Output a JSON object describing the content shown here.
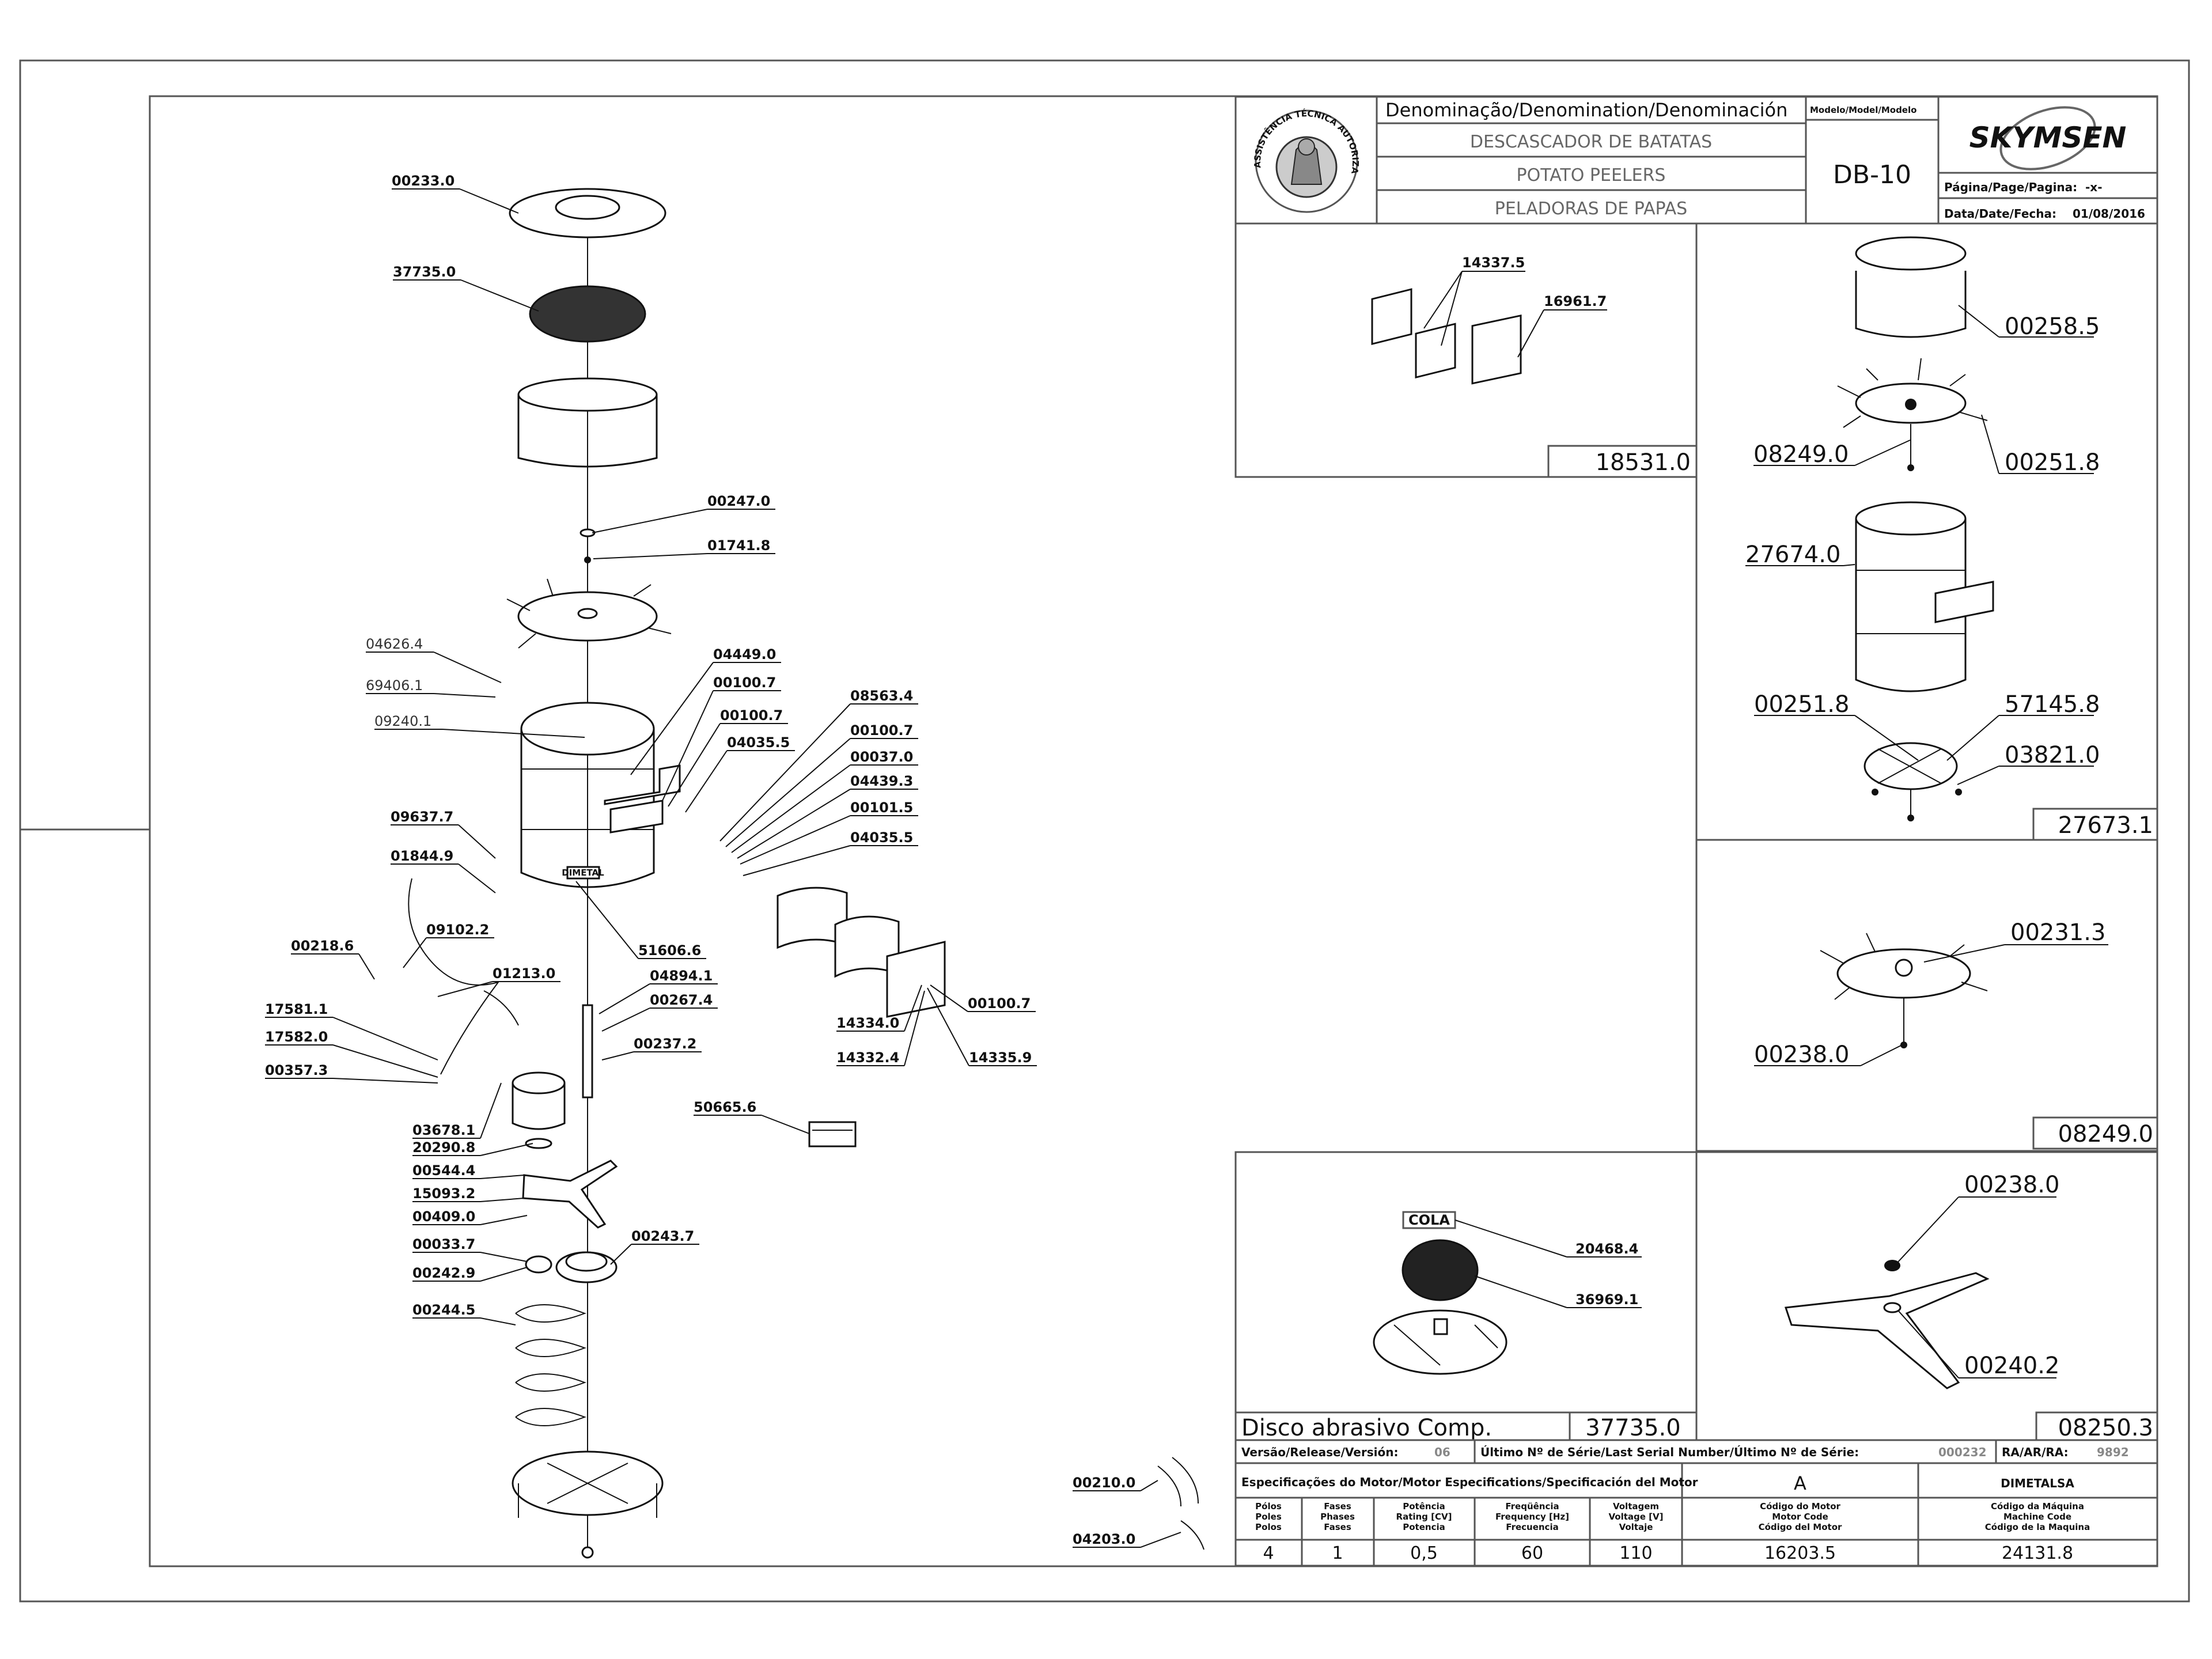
{
  "title_block": {
    "denomination_header": "Denominação/Denomination/Denominación",
    "model_header": "Modelo/Model/Modelo",
    "name_pt": "DESCASCADOR DE BATATAS",
    "name_en": "POTATO PEELERS",
    "name_es": "PELADORAS DE PAPAS",
    "model": "DB-10",
    "brand": "SKYMSEN",
    "page_label": "Página/Page/Pagina:",
    "page_value": "-x-",
    "date_label": "Data/Date/Fecha:",
    "date_value": "01/08/2016",
    "seal_text": "ASSISTÊNCIA TÉCNICA AUTORIZADA"
  },
  "main_parts": [
    "00233.0",
    "37735.0",
    "00247.0",
    "01741.8",
    "04626.4",
    "69406.1",
    "09240.1",
    "04449.0",
    "00100.7",
    "00100.7",
    "04035.5",
    "08563.4",
    "00100.7",
    "00037.0",
    "04439.3",
    "00101.5",
    "04035.5",
    "09637.7",
    "01844.9",
    "09102.2",
    "00218.6",
    "01213.0",
    "51606.6",
    "04894.1",
    "00267.4",
    "00237.2",
    "17581.1",
    "17582.0",
    "00357.3",
    "14334.0",
    "14332.4",
    "14335.9",
    "00100.7",
    "50665.6",
    "03678.1",
    "20290.8",
    "00544.4",
    "15093.2",
    "00409.0",
    "00033.7",
    "00242.9",
    "00243.7",
    "00244.5",
    "00210.0",
    "04203.0"
  ],
  "main_label_text": "DIMETAL",
  "kit_18531": {
    "labels": [
      "14337.5",
      "16961.7"
    ],
    "code": "18531.0"
  },
  "kit_27673": {
    "labels": [
      "00258.5",
      "08249.0",
      "00251.8",
      "27674.0",
      "00251.8",
      "57145.8",
      "03821.0"
    ],
    "code": "27673.1"
  },
  "kit_08249": {
    "labels": [
      "00231.3",
      "00238.0"
    ],
    "code": "08249.0"
  },
  "kit_37735": {
    "cola": "COLA",
    "labels": [
      "20468.4",
      "36969.1"
    ],
    "name": "Disco abrasivo Comp.",
    "code": "37735.0"
  },
  "kit_08250": {
    "labels": [
      "00238.0",
      "00240.2"
    ],
    "code": "08250.3"
  },
  "release": {
    "version_label": "Versão/Release/Versión:",
    "version_value": "06",
    "serial_label": "Último Nº de Série/Last Serial Number/Último Nº de Série:",
    "serial_value": "000232",
    "ra_label": "RA/AR/RA:",
    "ra_value": "9892"
  },
  "motor": {
    "spec_header": "Especificações do Motor/Motor Especifications/Specificación del Motor",
    "motor_letter": "A",
    "manufacturer": "DIMETALSA",
    "col_headers": [
      [
        "Pólos",
        "Poles",
        "Polos"
      ],
      [
        "Fases",
        "Phases",
        "Fases"
      ],
      [
        "Potência",
        "Rating [CV]",
        "Potencia"
      ],
      [
        "Freqüência",
        "Frequency [Hz]",
        "Frecuencia"
      ],
      [
        "Voltagem",
        "Voltage [V]",
        "Voltaje"
      ],
      [
        "Código do Motor",
        "Motor Code",
        "Código del Motor"
      ],
      [
        "Código da Máquina",
        "Machine Code",
        "Código de la Maquina"
      ]
    ],
    "values": [
      "4",
      "1",
      "0,5",
      "60",
      "110",
      "16203.5",
      "24131.8"
    ]
  }
}
